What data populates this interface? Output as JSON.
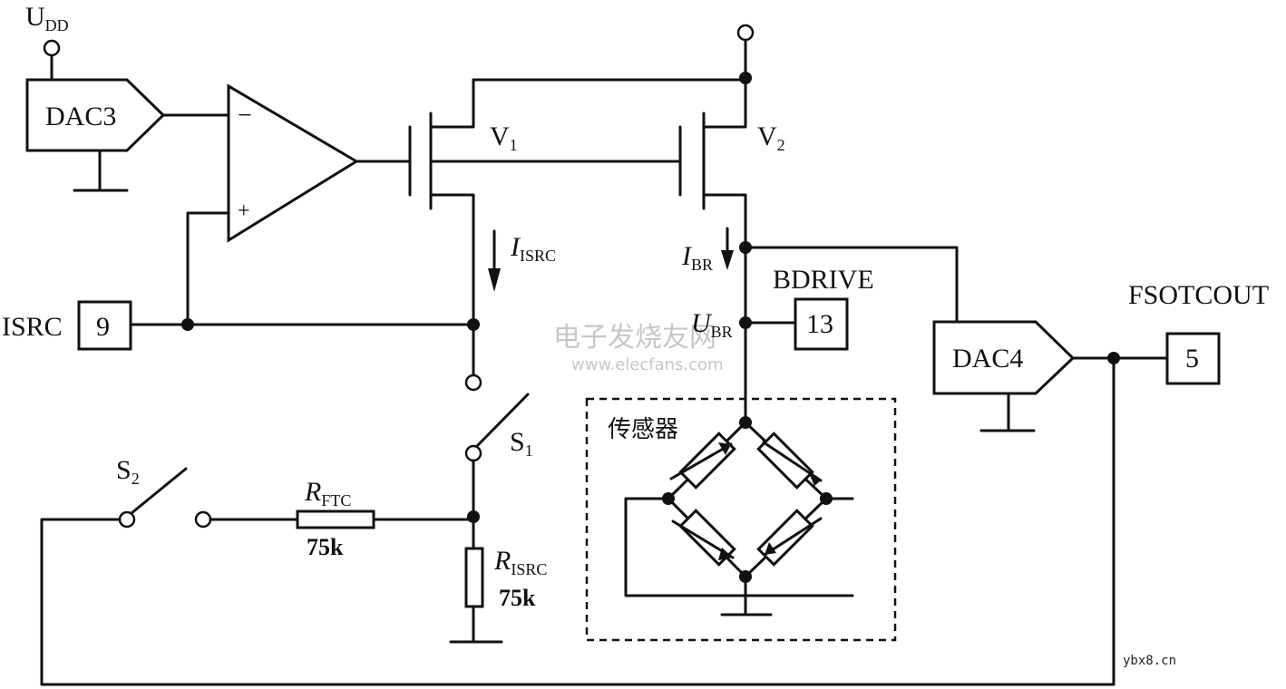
{
  "supply": {
    "label": "U",
    "sub": "DD"
  },
  "dac3": {
    "label": "DAC3"
  },
  "dac4": {
    "label": "DAC4"
  },
  "opamp": {
    "minus": "−",
    "plus": "+"
  },
  "transistors": {
    "v1": {
      "label": "V",
      "sub": "1"
    },
    "v2": {
      "label": "V",
      "sub": "2"
    }
  },
  "currents": {
    "isrc": {
      "label": "I",
      "sub": "ISRC"
    },
    "ibr": {
      "label": "I",
      "sub": "BR"
    }
  },
  "voltages": {
    "ubr": {
      "label": "U",
      "sub": "BR"
    }
  },
  "pins": {
    "isrc": {
      "name": "ISRC",
      "number": "9"
    },
    "bdrive": {
      "name": "BDRIVE",
      "number": "13"
    },
    "fsotcout": {
      "name": "FSOTCOUT",
      "number": "5"
    }
  },
  "switches": {
    "s1": {
      "label": "S",
      "sub": "1"
    },
    "s2": {
      "label": "S",
      "sub": "2"
    }
  },
  "resistors": {
    "rftc": {
      "label": "R",
      "sub": "FTC",
      "value": "75k"
    },
    "risrc": {
      "label": "R",
      "sub": "ISRC",
      "value": "75k"
    }
  },
  "sensor": {
    "label": "传感器"
  },
  "watermark": {
    "cn": "电子发烧友网",
    "url": "www.elecfans.com"
  },
  "footer": {
    "site": "ybx8.cn"
  }
}
